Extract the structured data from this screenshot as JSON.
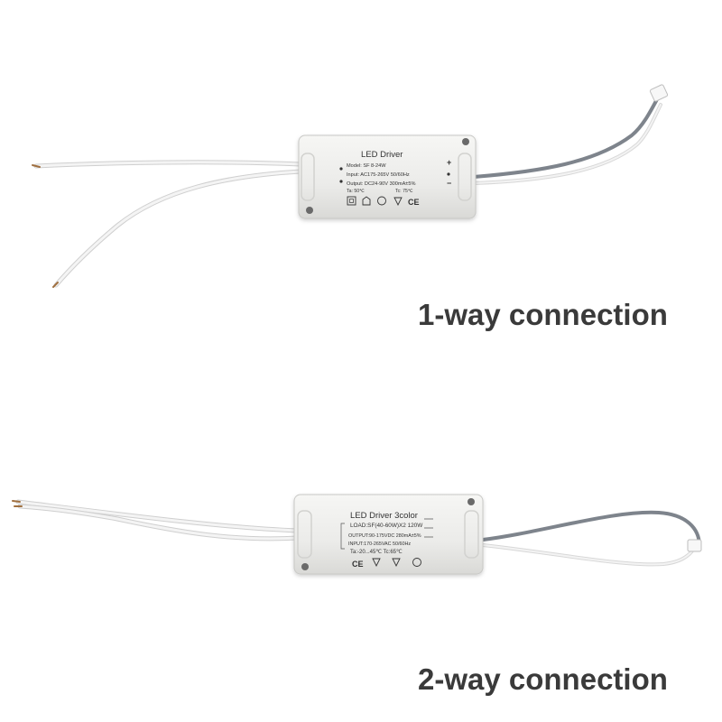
{
  "images": {
    "top": {
      "caption": "1-way connection",
      "label": {
        "title": "LED Driver",
        "model": "Model: SF 8-24W",
        "input": "Input: AC175-265V 50/60Hz",
        "output": "Output: DC24-90V 300mA±5%",
        "ta": "Ta: 50℃",
        "tc": "Tc: 75℃",
        "plus": "+",
        "minus": "−",
        "ce": "CE"
      }
    },
    "bottom": {
      "caption": "2-way connection",
      "label": {
        "title": "LED Driver  3color",
        "load": "LOAD:SF(40-60W)X2 120W",
        "output": "OUTPUT:90-175VDC 280mA±5%",
        "input": "INPUT:170-265VAC 50/60Hz",
        "temps": "Ta:-20...45℃  Tc:65℃",
        "ce": "CE"
      }
    }
  },
  "colors": {
    "background": "#ffffff",
    "housing": "#eeeeec",
    "wire_white": "#f2f2f2",
    "wire_gray": "#8a8f96",
    "caption": "#3a3a3a"
  }
}
